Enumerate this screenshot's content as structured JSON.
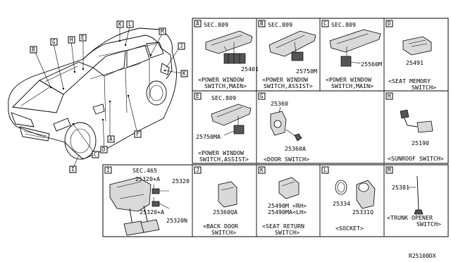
{
  "callouts_vehicle": [
    "B",
    "G",
    "H",
    "E",
    "K",
    "L",
    "M",
    "J",
    "K",
    "F",
    "A",
    "D",
    "C",
    "I"
  ],
  "panels": {
    "A": {
      "letter": "A",
      "sec": "SEC.809",
      "parts": [
        "25401"
      ],
      "caption": [
        "<POWER WINDOW",
        "SWITCH,MAIN>"
      ]
    },
    "B": {
      "letter": "B",
      "sec": "SEC.809",
      "parts": [
        "25750M"
      ],
      "caption": [
        "<POWER WINDOW",
        "SWITCH,ASSIST>"
      ]
    },
    "C": {
      "letter": "C",
      "sec": "SEC.809",
      "parts": [
        "25560M"
      ],
      "caption": [
        "<POWER WINDOW",
        "SWITCH,MAIN>"
      ]
    },
    "D": {
      "letter": "D",
      "parts": [
        "25491"
      ],
      "caption": [
        "<SEAT MEMORY",
        "SWITCH>"
      ]
    },
    "E": {
      "letter": "E",
      "sec": "SEC.809",
      "parts": [
        "25750MA"
      ],
      "caption": [
        "<POWER WINDOW",
        "SWITCH,ASSIST>"
      ]
    },
    "G": {
      "letter": "G",
      "parts": [
        "25360",
        "25360A"
      ],
      "caption": [
        "<DOOR SWITCH>"
      ]
    },
    "H": {
      "letter": "H",
      "parts": [
        "25190"
      ],
      "caption": [
        "<SUNROOF SWITCH>"
      ]
    },
    "I": {
      "letter": "I",
      "sec": "SEC.465",
      "parts": [
        "25320+A",
        "25320",
        "25320+A",
        "25320N"
      ]
    },
    "J": {
      "letter": "J",
      "parts": [
        "25360QA"
      ],
      "caption": [
        "<BACK DOOR",
        "SWITCH>"
      ]
    },
    "K": {
      "letter": "K",
      "parts": [
        "25490M <RH>",
        "25490MA<LH>"
      ],
      "caption": [
        "<SEAT RETURN",
        "SWITCH>"
      ]
    },
    "L": {
      "letter": "L",
      "parts": [
        "25334",
        "25331Q"
      ],
      "caption": [
        "<SOCKET>"
      ]
    },
    "M": {
      "letter": "M",
      "parts": [
        "25381"
      ],
      "caption": [
        "<TRUNK OPENER",
        "SWITCH>"
      ]
    }
  },
  "diagram_code": "R25100DX"
}
